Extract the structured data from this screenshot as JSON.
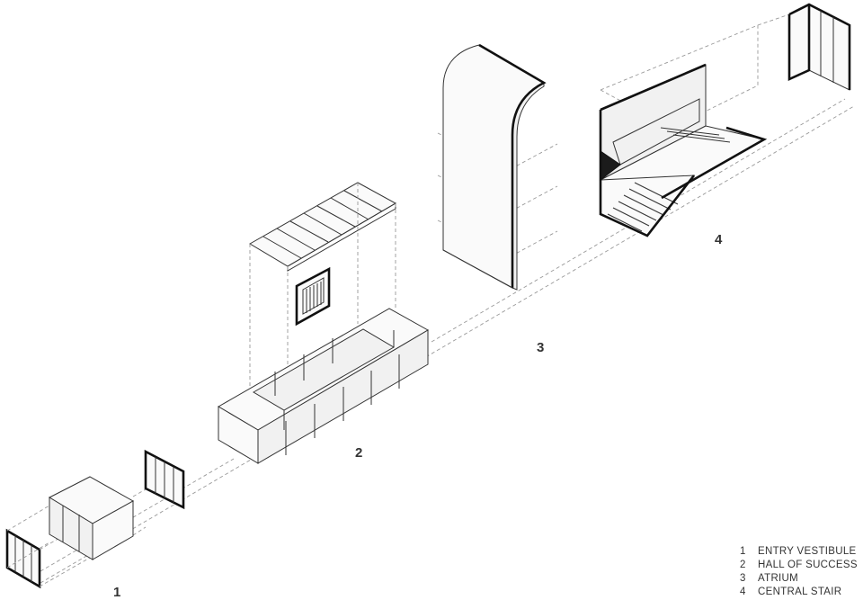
{
  "diagram": {
    "labels": [
      {
        "key": "1",
        "text": "1"
      },
      {
        "key": "2",
        "text": "2"
      },
      {
        "key": "3",
        "text": "3"
      },
      {
        "key": "4",
        "text": "4"
      }
    ],
    "legend": [
      {
        "num": "1",
        "text": "ENTRY VESTIBULE"
      },
      {
        "num": "2",
        "text": "HALL OF SUCCESS"
      },
      {
        "num": "3",
        "text": "ATRIUM"
      },
      {
        "num": "4",
        "text": "CENTRAL STAIR"
      }
    ]
  }
}
